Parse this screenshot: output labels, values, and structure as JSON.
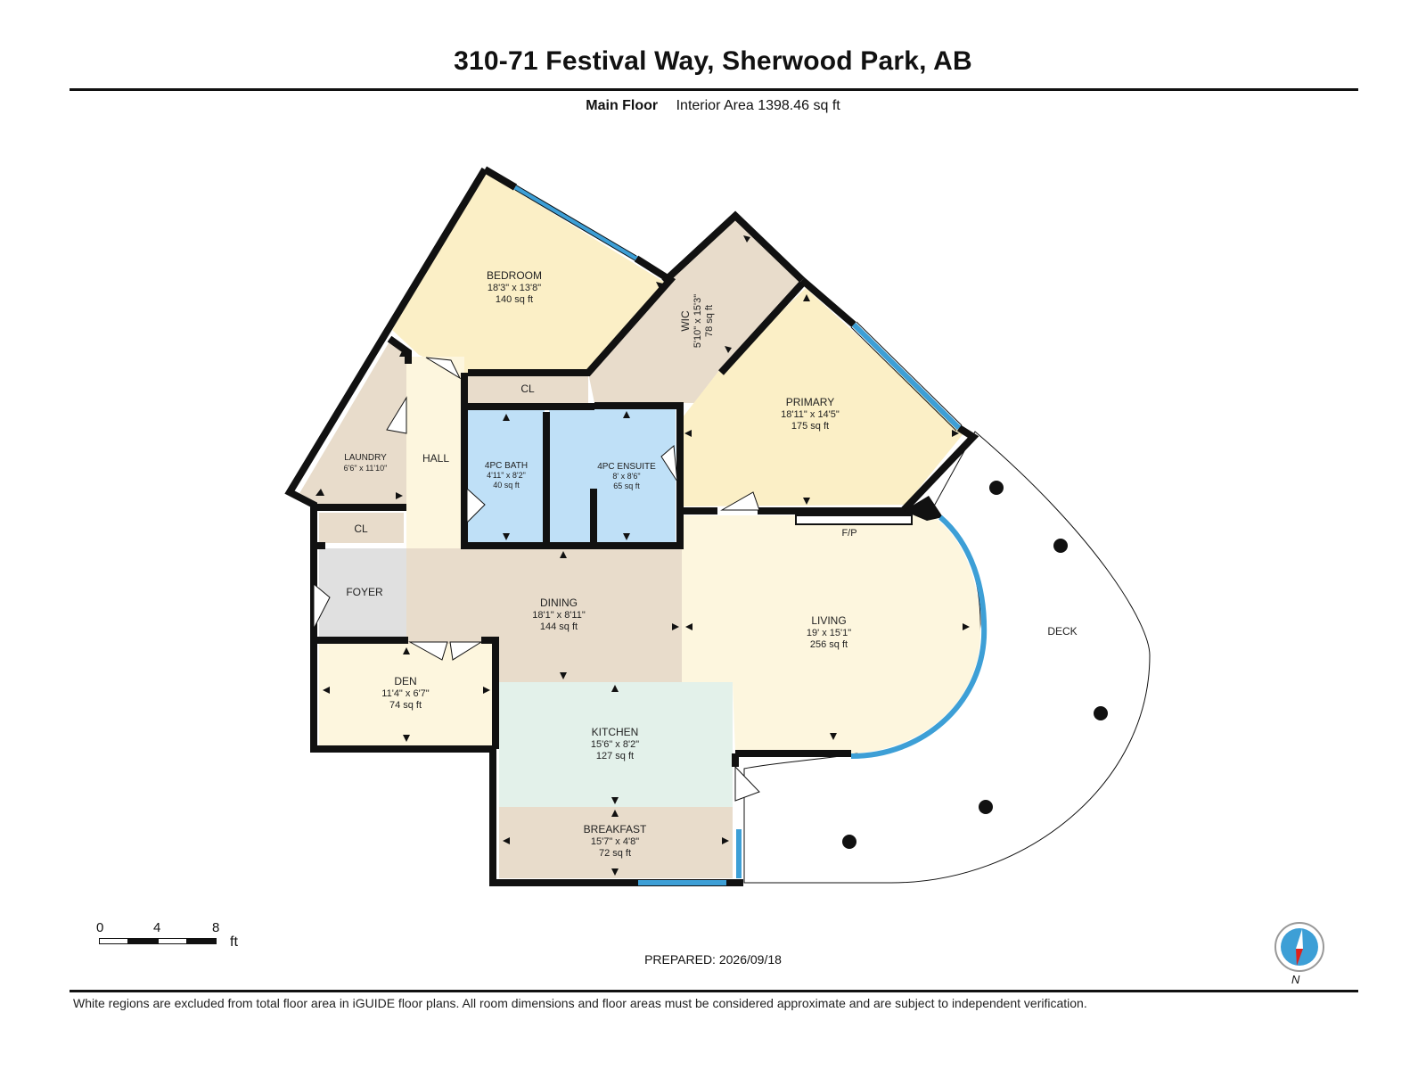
{
  "header": {
    "title": "310-71 Festival Way, Sherwood Park, AB",
    "floor_name": "Main Floor",
    "interior_area": "Interior Area 1398.46 sq ft"
  },
  "rooms": {
    "bedroom": {
      "name": "BEDROOM",
      "dims": "18'3\" x 13'8\"",
      "area": "140 sq ft"
    },
    "wic": {
      "name": "WIC",
      "dims": "5'10\" x 15'3\"",
      "area": "78 sq ft"
    },
    "primary": {
      "name": "PRIMARY",
      "dims": "18'11\" x 14'5\"",
      "area": "175 sq ft"
    },
    "closet_bed": {
      "name": "CL"
    },
    "closet_laundry": {
      "name": "CL"
    },
    "laundry": {
      "name": "LAUNDRY",
      "dims": "6'6\" x 11'10\""
    },
    "hall": {
      "name": "HALL"
    },
    "bath": {
      "name": "4PC BATH",
      "dims": "4'11\" x 8'2\"",
      "area": "40 sq ft"
    },
    "ensuite": {
      "name": "4PC ENSUITE",
      "dims": "8' x 8'6\"",
      "area": "65 sq ft"
    },
    "fireplace": {
      "name": "F/P"
    },
    "foyer": {
      "name": "FOYER"
    },
    "dining": {
      "name": "DINING",
      "dims": "18'1\" x 8'11\"",
      "area": "144 sq ft"
    },
    "living": {
      "name": "LIVING",
      "dims": "19' x 15'1\"",
      "area": "256 sq ft"
    },
    "den": {
      "name": "DEN",
      "dims": "11'4\" x 6'7\"",
      "area": "74 sq ft"
    },
    "kitchen": {
      "name": "KITCHEN",
      "dims": "15'6\" x 8'2\"",
      "area": "127 sq ft"
    },
    "breakfast": {
      "name": "BREAKFAST",
      "dims": "15'7\" x 4'8\"",
      "area": "72 sq ft"
    },
    "deck": {
      "name": "DECK"
    }
  },
  "colors": {
    "bedroom_fill": "#fbefc6",
    "closet_fill": "#e8dccb",
    "bath_fill": "#bfe0f7",
    "foyer_fill": "#e0e0e0",
    "dining_fill": "#e8dccb",
    "living_fill": "#fdf6de",
    "kitchen_fill": "#e3f1ea",
    "hall_fill": "#fdf6de",
    "wall": "#111111",
    "window": "#3d9fd6"
  },
  "scale_bar": {
    "ticks": [
      "0",
      "4",
      "8"
    ],
    "unit": "ft"
  },
  "prepared": "PREPARED: 2026/09/18",
  "compass": {
    "label": "N"
  },
  "footer": "White regions are excluded from total floor area in iGUIDE floor plans. All room dimensions and floor areas must be considered approximate and are subject to independent verification."
}
